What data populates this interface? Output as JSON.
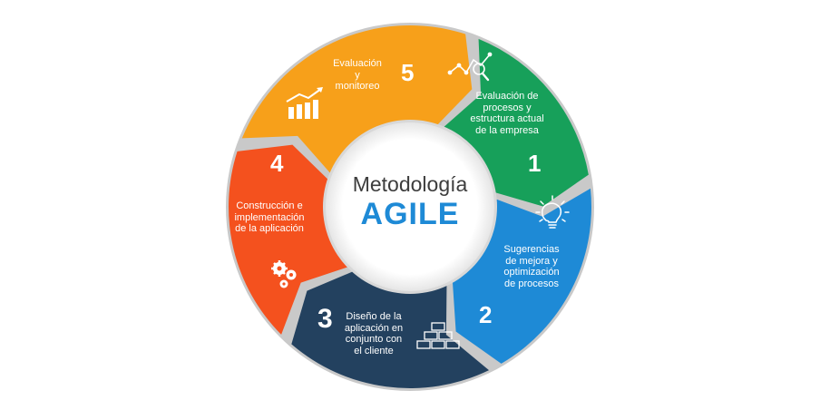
{
  "center": {
    "title": "Metodología",
    "subtitle": "AGILE"
  },
  "colors": {
    "step1": "#17a05a",
    "step2": "#1e8ad6",
    "step3": "#23415f",
    "step4": "#f4511e",
    "step5": "#f7a01a",
    "separator": "#c9c9c9",
    "center_title": "#3d3d3d",
    "center_subtitle": "#1e8ad6"
  },
  "steps": [
    {
      "number": "1",
      "label": "Evaluación de\nprocesos y\nestructura actual\nde la empresa",
      "icon": "analytics-magnifier-icon"
    },
    {
      "number": "2",
      "label": "Sugerencias\nde mejora y\noptimización\nde procesos",
      "icon": "lightbulb-icon"
    },
    {
      "number": "3",
      "label": "Diseño de la\naplicación en\nconjunto con\nel cliente",
      "icon": "bricks-icon"
    },
    {
      "number": "4",
      "label": "Construcción e\nimplementación\nde la aplicación",
      "icon": "gears-icon"
    },
    {
      "number": "5",
      "label": "Evaluación\ny\nmonitoreo",
      "icon": "growth-chart-icon"
    }
  ]
}
